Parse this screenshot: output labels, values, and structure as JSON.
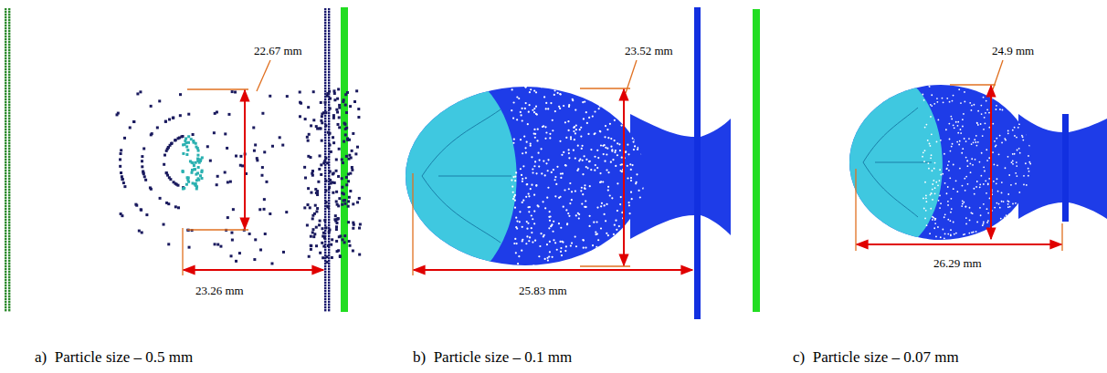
{
  "diagram": {
    "labels": [
      "22.67 mm",
      "23.26 mm",
      "23.52 mm",
      "25.83 mm",
      "24.9 mm",
      "26.29 mm",
      "a)  Particle size – 0.5 mm",
      "b)  Particle size – 0.1 mm",
      "c)  Particle size – 0.07 mm"
    ]
  }
}
